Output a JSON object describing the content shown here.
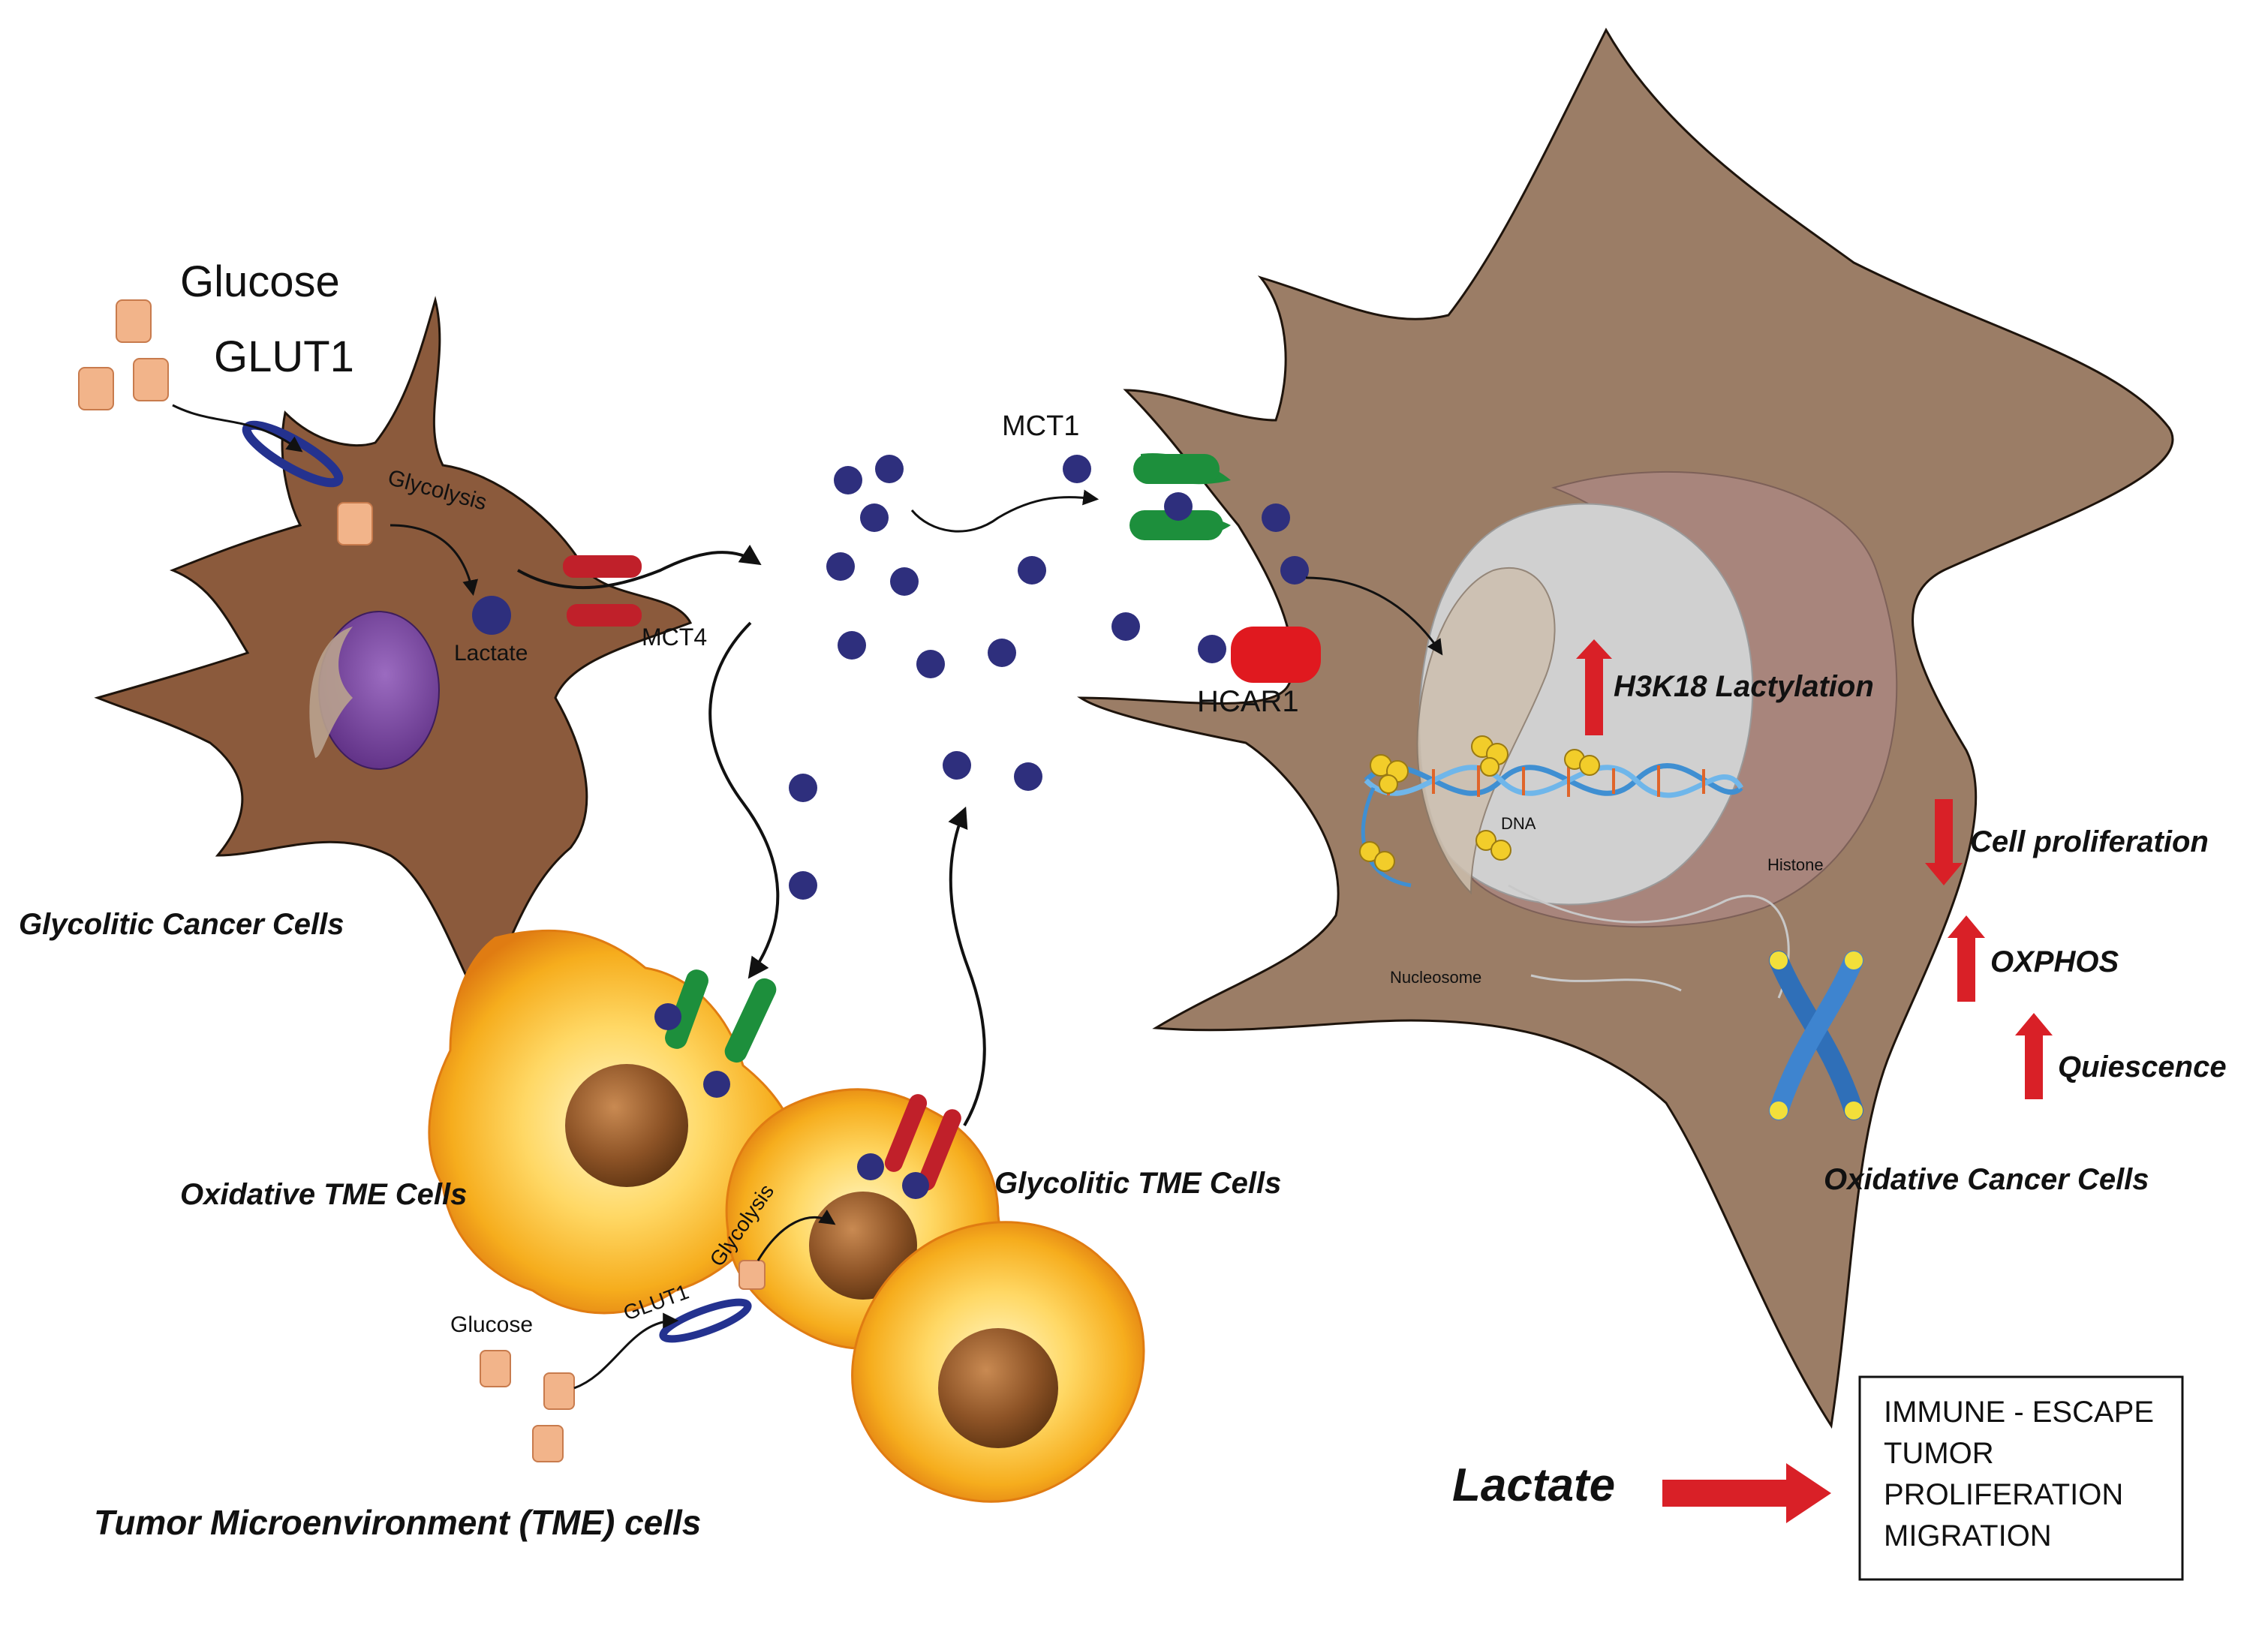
{
  "colors": {
    "cell_brown_dark": "#8b5a3c",
    "cell_brown_light": "#9c7f68",
    "lactate_blue": "#2e2f7d",
    "mct4_red": "#c0202a",
    "mct1_green": "#1d8f3c",
    "hcar1_red": "#e0191f",
    "tme_yellow": "#f5b81e",
    "glucose_peach": "#f2b48a",
    "nucleus_purple": "#6f3d8f",
    "arrow_red": "#d92027"
  },
  "glycolytic_cell": {
    "glucose_label": "Glucose",
    "glut1_label": "GLUT1",
    "glycolysis_label": "Glycolysis",
    "lactate_label": "Lactate",
    "mct4_label": "MCT4",
    "caption": "Glycolitic Cancer Cells"
  },
  "extracellular": {
    "mct1_label": "MCT1",
    "hcar1_label": "HCAR1"
  },
  "tme": {
    "oxidative_caption": "Oxidative TME Cells",
    "glycolytic_caption": "Glycolitic TME Cells",
    "glycolysis_label": "Glycolysis",
    "glut1_label": "GLUT1",
    "glucose_label": "Glucose",
    "group_caption": "Tumor Microenvironment (TME) cells"
  },
  "oxidative_cell": {
    "lactylation_label": "H3K18 Lactylation",
    "dna_label": "DNA",
    "histone_label": "Histone",
    "nucleosome_label": "Nucleosome",
    "caption": "Oxidative Cancer Cells",
    "effects": [
      {
        "label": "Cell proliferation",
        "direction": "down"
      },
      {
        "label": "OXPHOS",
        "direction": "up"
      },
      {
        "label": "Quiescence",
        "direction": "up"
      }
    ]
  },
  "summary": {
    "lactate_label": "Lactate",
    "outcomes": [
      "IMMUNE - ESCAPE",
      "TUMOR",
      "PROLIFERATION",
      "MIGRATION"
    ]
  }
}
